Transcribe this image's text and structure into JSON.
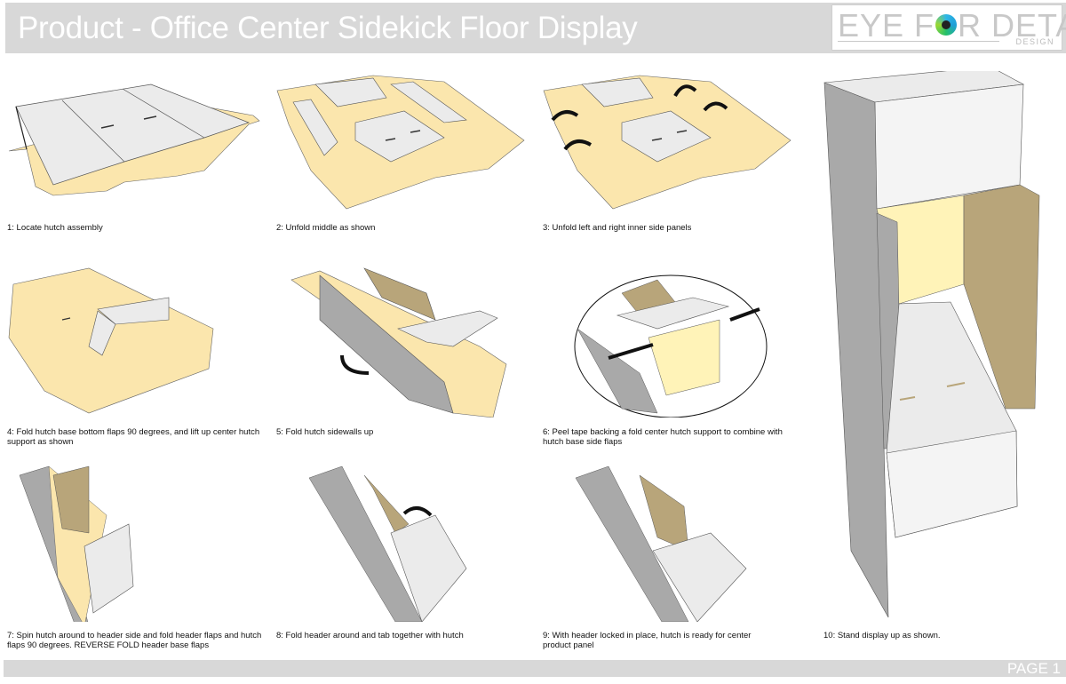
{
  "header": {
    "title": "Product - Office Center Sidekick Floor Display",
    "logo": {
      "part1": "EYE F",
      "part2": "R DETAIL",
      "sub": "DESIGN",
      "eye_icon": "eye-icon"
    }
  },
  "steps": [
    {
      "number": "1",
      "caption": "1:  Locate hutch assembly"
    },
    {
      "number": "2",
      "caption": "2:  Unfold middle as shown"
    },
    {
      "number": "3",
      "caption": "3: Unfold left and right inner side panels"
    },
    {
      "number": "4",
      "caption": "4: Fold hutch base bottom flaps 90 degrees, and lift up center hutch support as shown"
    },
    {
      "number": "5",
      "caption": "5: Fold hutch sidewalls up"
    },
    {
      "number": "6",
      "caption": "6: Peel tape backing a fold center hutch support to combine with hutch base side flaps"
    },
    {
      "number": "7",
      "caption": "7: Spin hutch around to header side and fold header flaps and hutch flaps 90 degrees.  REVERSE FOLD header base flaps"
    },
    {
      "number": "8",
      "caption": "8: Fold header around and tab together with hutch"
    },
    {
      "number": "9",
      "caption": "9: With header locked in place, hutch is ready for center product panel"
    },
    {
      "number": "10",
      "caption": "10: Stand display up as shown."
    }
  ],
  "footer": {
    "page_label": "PAGE 1"
  },
  "colors": {
    "header_bar": "#d8d8d8",
    "cardboard_light": "#fbe6ad",
    "cardboard_dark": "#b8a57a",
    "white_panel": "#ebebeb",
    "gray_side": "#a9a9a9"
  }
}
